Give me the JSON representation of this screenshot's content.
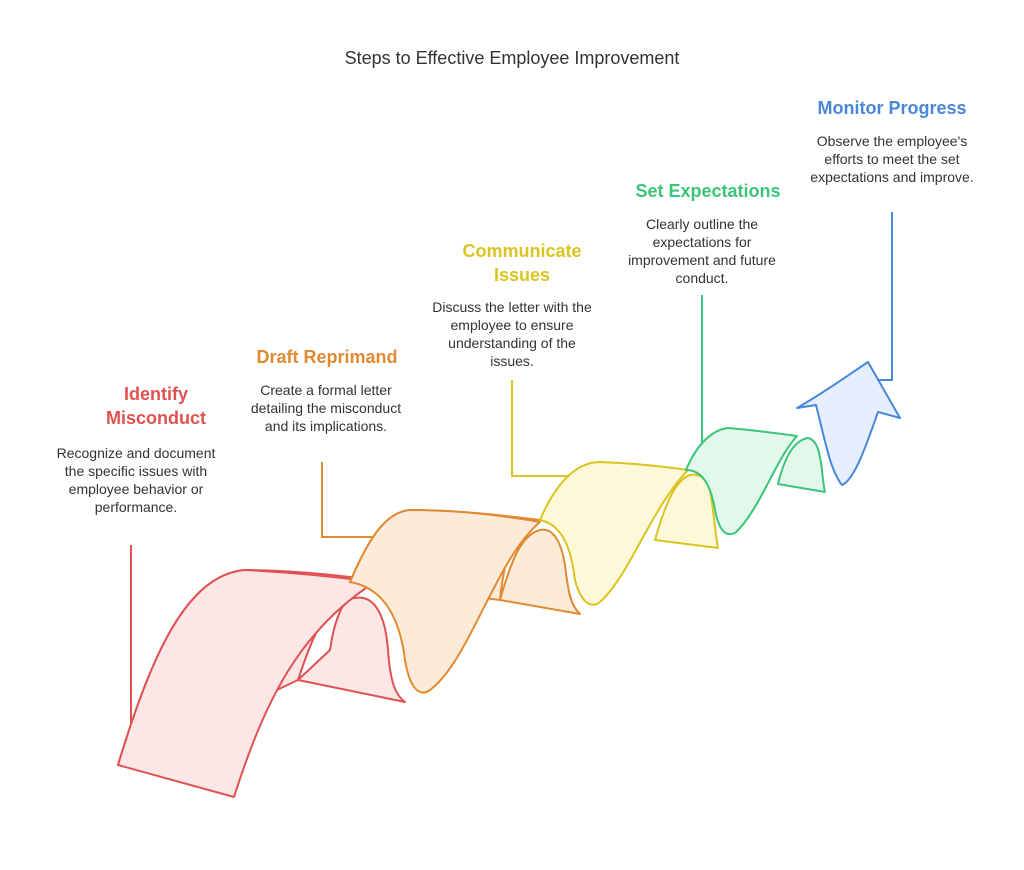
{
  "title": "Steps to Effective Employee Improvement",
  "steps": [
    {
      "title": "Identify Misconduct",
      "description": "Recognize and document the specific issues with employee behavior or performance.",
      "color": "#e05252",
      "fill": "#fde6e6"
    },
    {
      "title": "Draft Reprimand",
      "description": "Create a formal letter detailing the misconduct and its implications.",
      "color": "#e08a32",
      "fill": "#fdebd9"
    },
    {
      "title": "Communicate Issues",
      "description": "Discuss the letter with the employee to ensure understanding of the issues.",
      "color": "#d9c420",
      "fill": "#fdf8d8"
    },
    {
      "title": "Set Expectations",
      "description": "Clearly outline the expectations for improvement and future conduct.",
      "color": "#3cc47a",
      "fill": "#e3f8ec"
    },
    {
      "title": "Monitor Progress",
      "description": "Observe the employee's efforts to meet the set expectations and improve.",
      "color": "#4a86d8",
      "fill": "#e6efff"
    }
  ]
}
